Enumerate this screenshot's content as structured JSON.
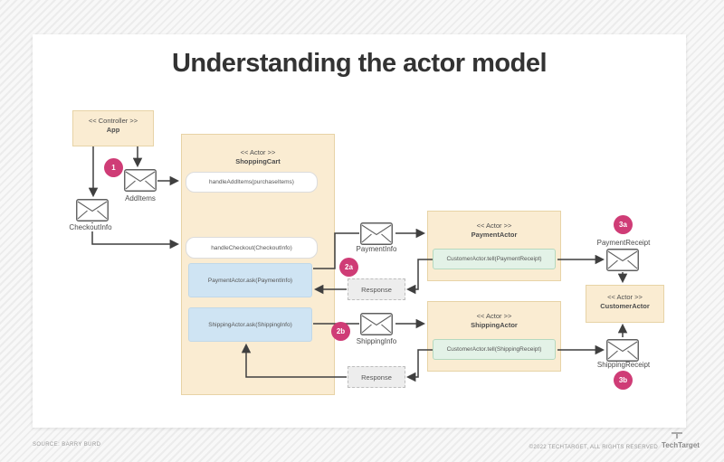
{
  "title": "Understanding the actor model",
  "nodes": {
    "controller": {
      "stereotype": "<< Controller >>",
      "name": "App"
    },
    "shopping_cart": {
      "stereotype": "<< Actor >>",
      "name": "ShoppingCart",
      "handlers": [
        "handleAddItems(purchaseItems)",
        "handleCheckout(CheckoutInfo)"
      ],
      "asks": [
        "PaymentActor.ask(PaymentInfo)",
        "ShippingActor.ask(ShippingInfo)"
      ]
    },
    "payment_actor": {
      "stereotype": "<< Actor >>",
      "name": "PaymentActor",
      "tell": "CustomerActor.tell(PaymentReceipt)"
    },
    "shipping_actor": {
      "stereotype": "<< Actor >>",
      "name": "ShippingActor",
      "tell": "CustomerActor.tell(ShippingReceipt)"
    },
    "customer_actor": {
      "stereotype": "<< Actor >>",
      "name": "CustomerActor"
    }
  },
  "messages": {
    "add_items": "AddItems",
    "checkout_info": "CheckoutInfo",
    "payment_info": "PaymentInfo",
    "shipping_info": "ShippingInfo",
    "payment_receipt": "PaymentReceipt",
    "shipping_receipt": "ShippingReceipt",
    "response_payment": "Response",
    "response_shipping": "Response"
  },
  "steps": {
    "s1": "1",
    "s2a": "2a",
    "s2b": "2b",
    "s3a": "3a",
    "s3b": "3b"
  },
  "icons": {
    "message": "envelope-icon"
  },
  "colors": {
    "step_badge": "#cf3c76",
    "actor_box": "#faecd2",
    "ask_box": "#cfe4f3",
    "tell_box": "#e3f2e7",
    "wire": "#3f3f3f"
  },
  "footer": {
    "source": "SOURCE: BARRY BURD",
    "rights": "©2022 TECHTARGET, ALL RIGHTS RESERVED",
    "brand": "TechTarget"
  }
}
